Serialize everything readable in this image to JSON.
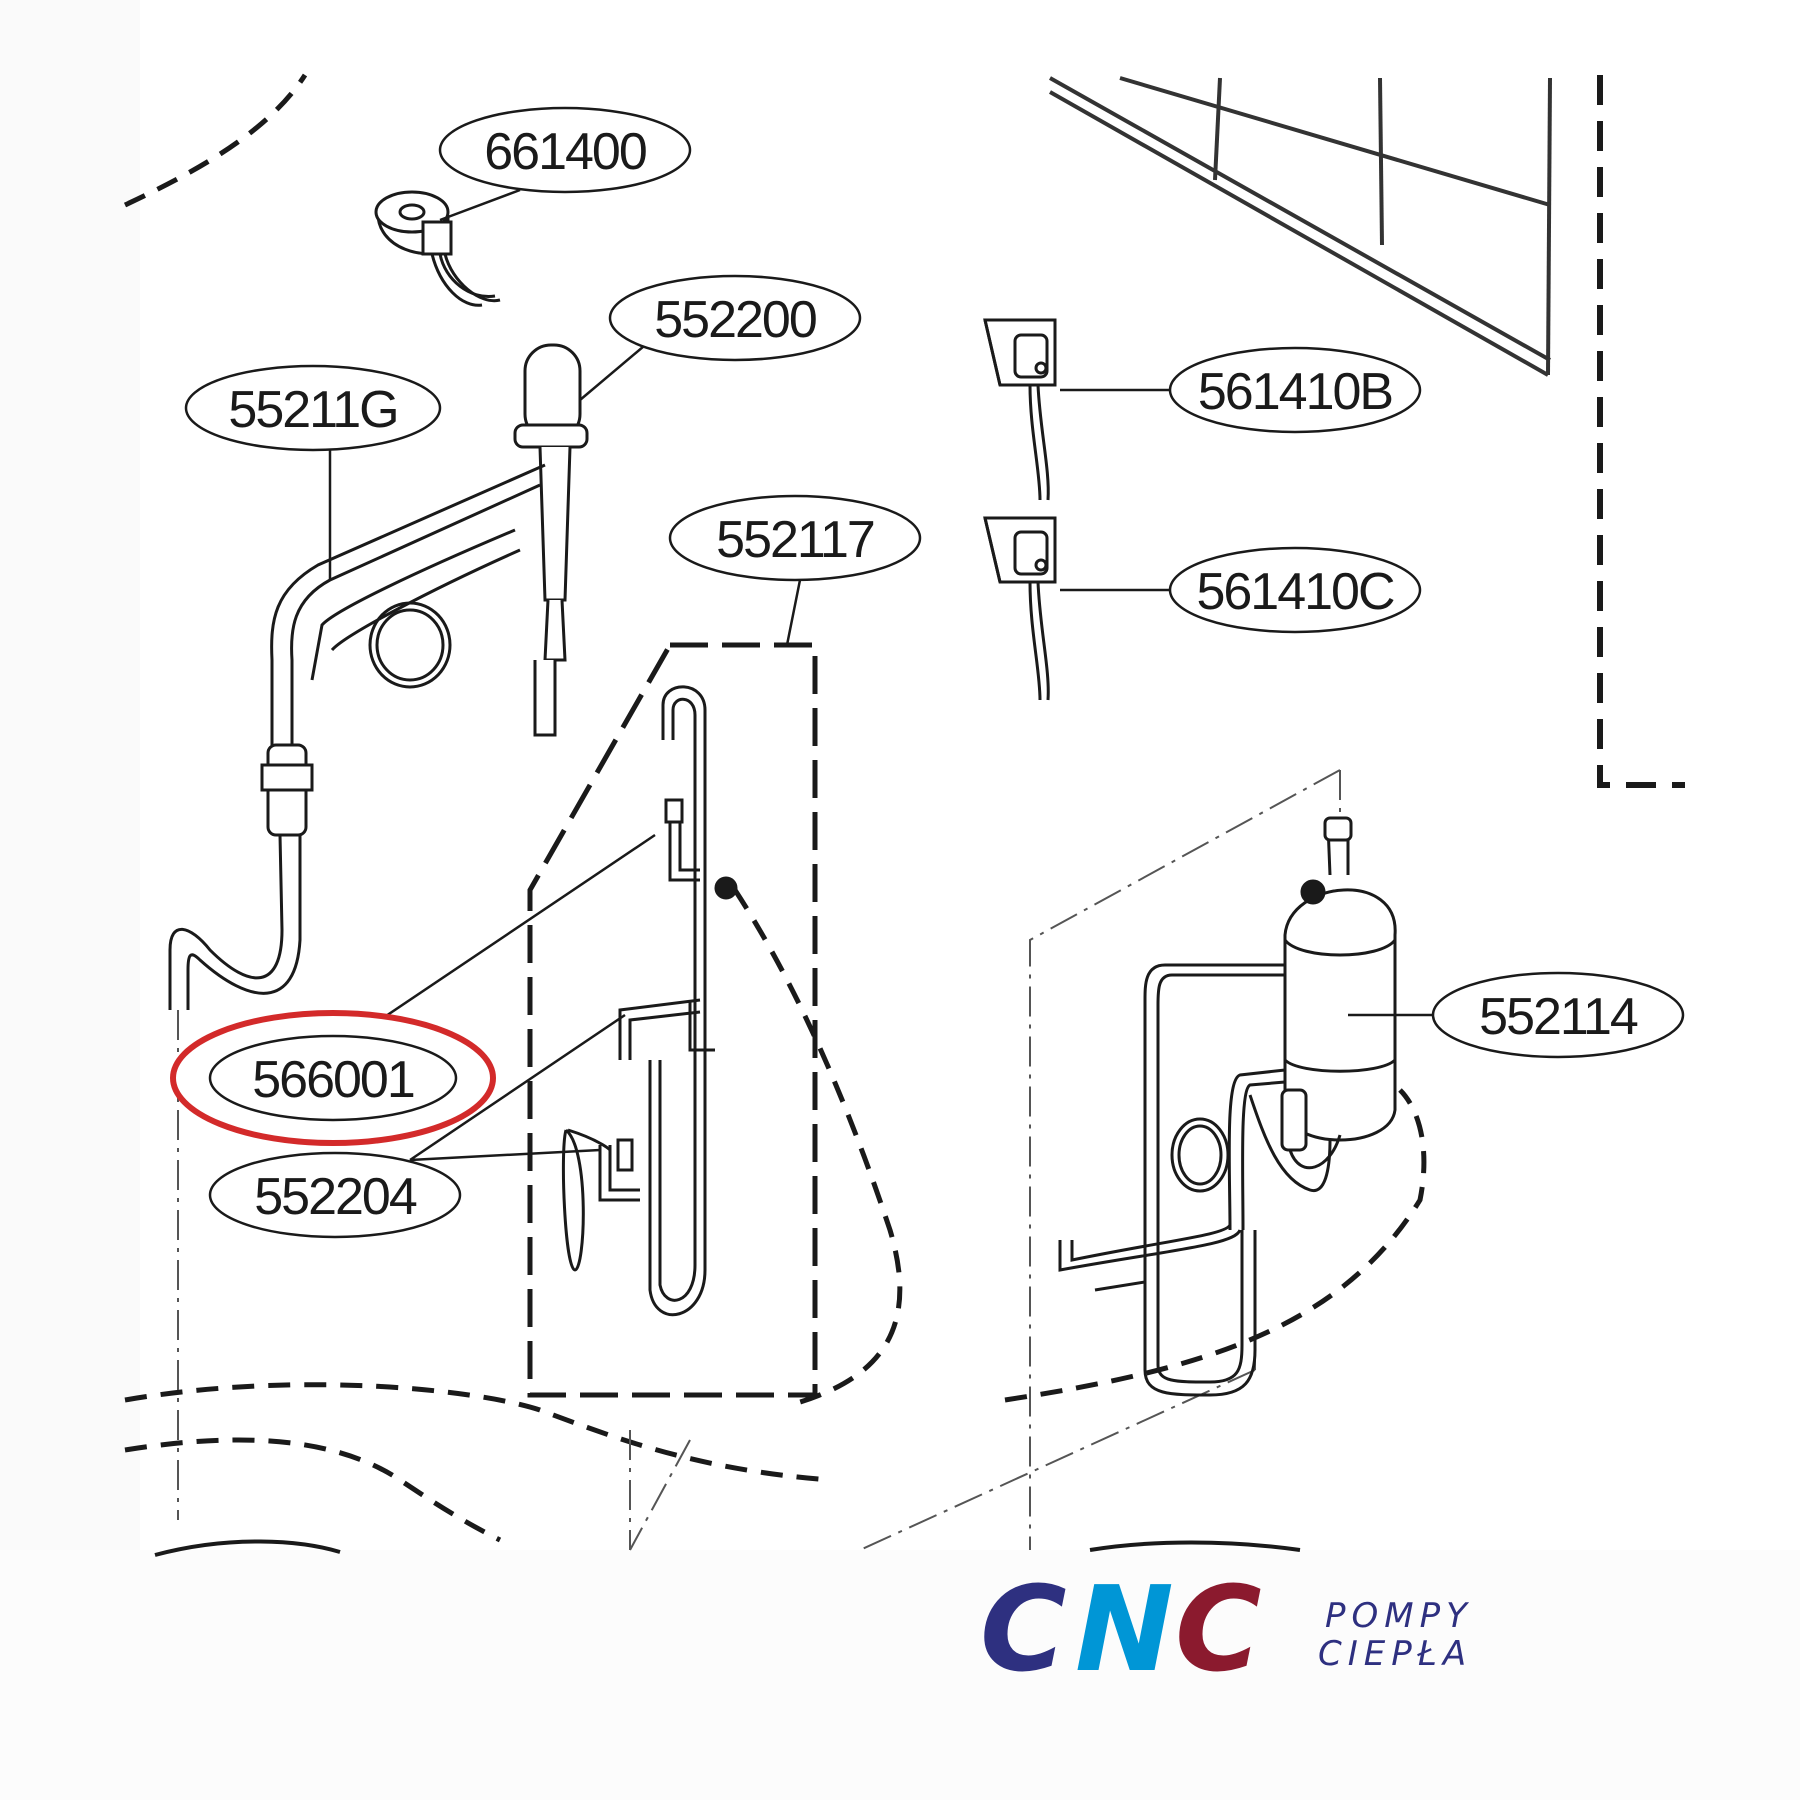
{
  "callouts": [
    {
      "id": "c1",
      "label": "661400",
      "highlighted": false
    },
    {
      "id": "c2",
      "label": "552200",
      "highlighted": false
    },
    {
      "id": "c3",
      "label": "55211G",
      "highlighted": false
    },
    {
      "id": "c4",
      "label": "561410B",
      "highlighted": false
    },
    {
      "id": "c5",
      "label": "552117",
      "highlighted": false
    },
    {
      "id": "c6",
      "label": "561410C",
      "highlighted": false
    },
    {
      "id": "c7",
      "label": "552114",
      "highlighted": false
    },
    {
      "id": "c8",
      "label": "566001",
      "highlighted": true
    },
    {
      "id": "c9",
      "label": "552204",
      "highlighted": false
    }
  ],
  "logo": {
    "letters": [
      "C",
      "N",
      "C"
    ],
    "line1": "POMPY",
    "line2": "CIEPŁA",
    "colors": {
      "navy": "#2e3080",
      "cyan": "#0096d6",
      "maroon": "#8b1a2e"
    }
  },
  "colors": {
    "highlight": "#d32a2a",
    "line": "#1a1a1a",
    "part_fill": "#ffffff"
  }
}
